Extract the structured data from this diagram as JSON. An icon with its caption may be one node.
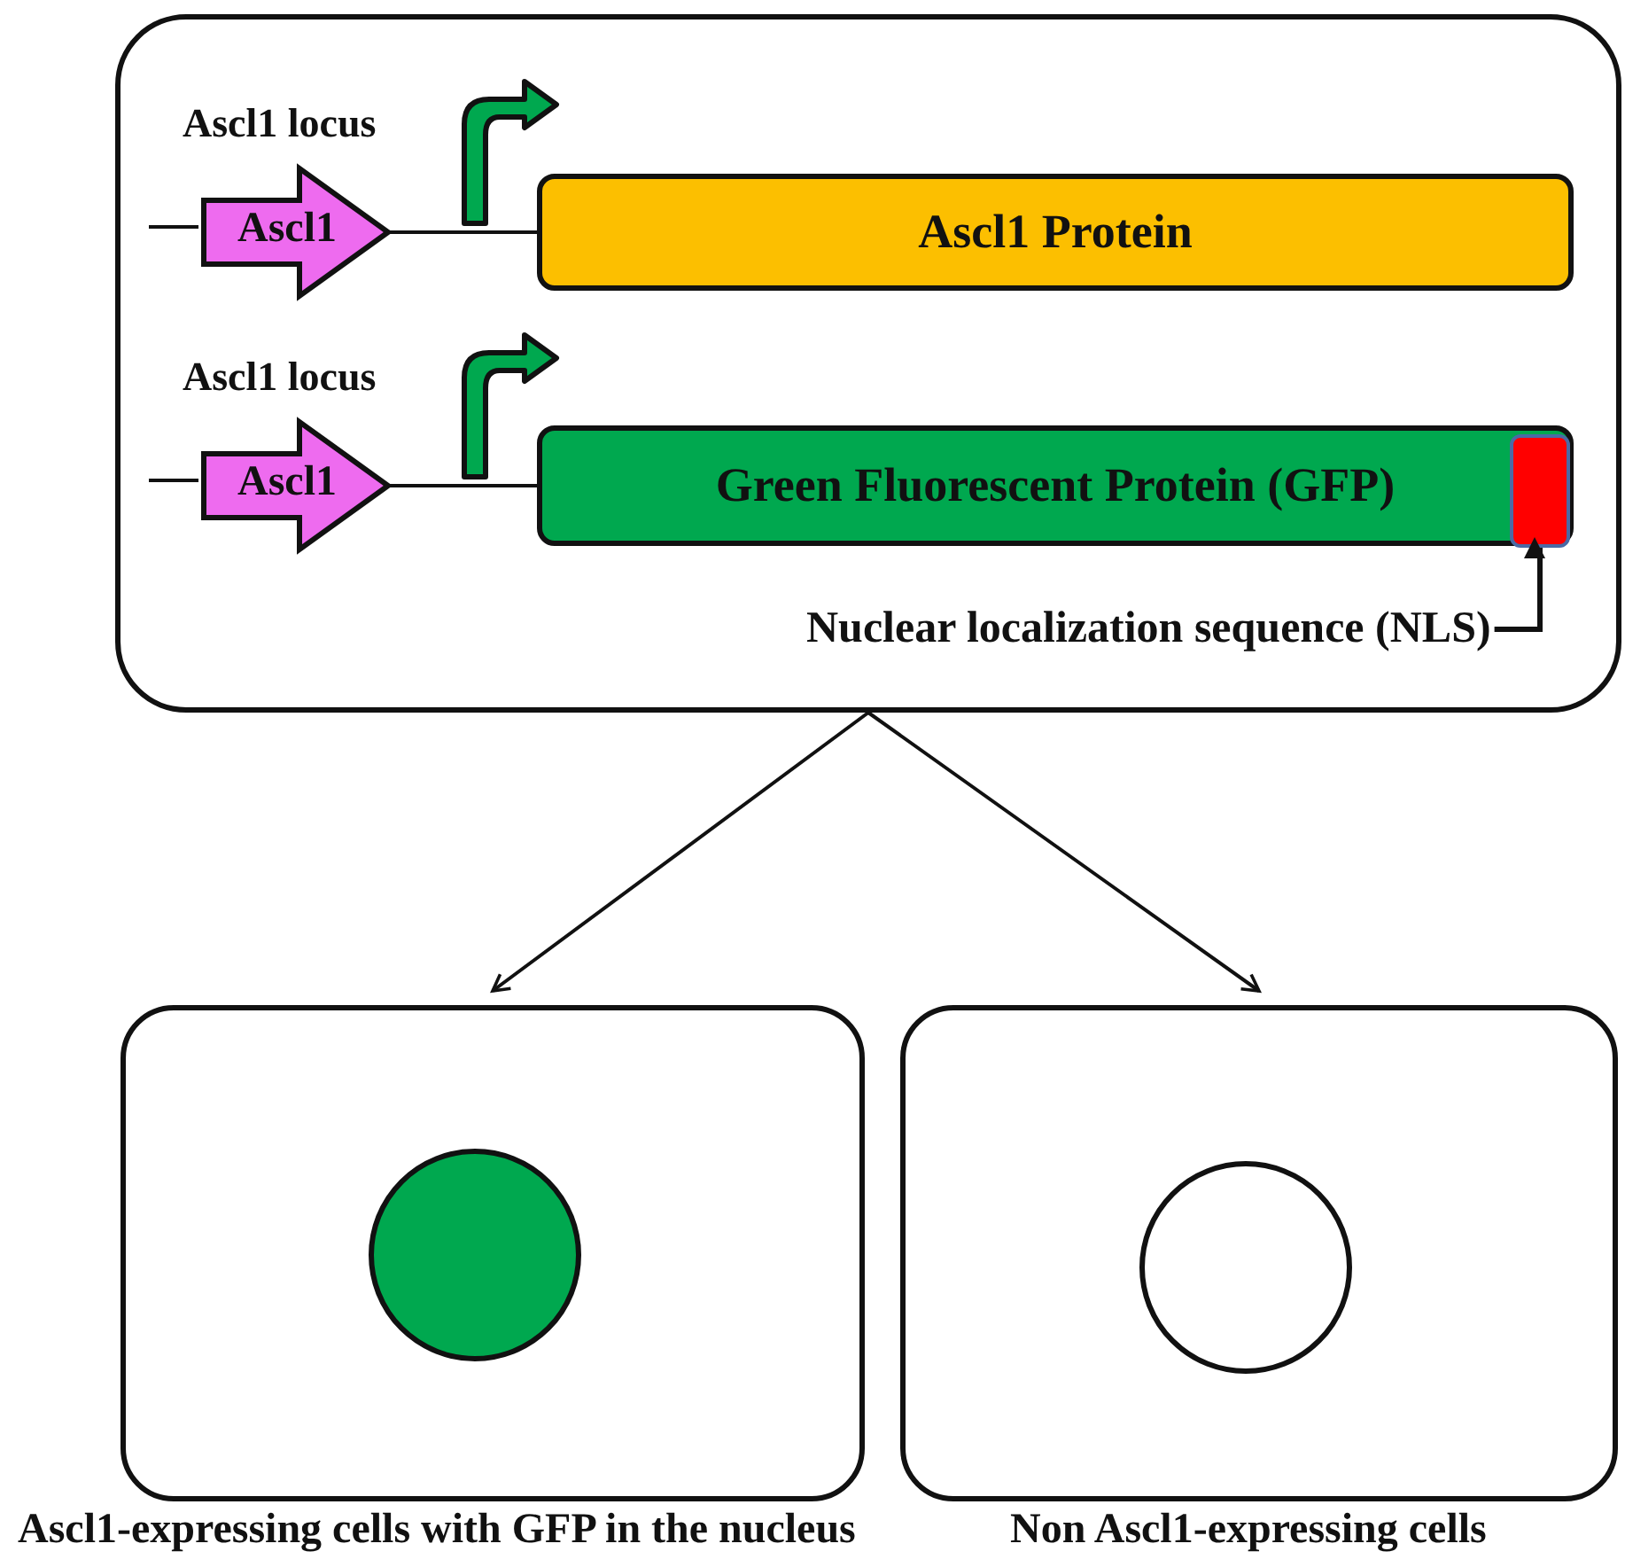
{
  "diagram": {
    "nodes": [
      {
        "text": [],
        "shape": "box"
      },
      {
        "text": [
          "Ascl1"
        ],
        "beside": [
          "Ascl1 locus"
        ],
        "in": 0
      },
      {
        "text": [
          "Ascl1 Protein"
        ],
        "in": 0
      },
      {
        "text": [
          "Ascl1"
        ],
        "beside": [
          "Ascl1 locus"
        ],
        "in": 0
      },
      {
        "text": [
          "Green Fluorescent Protein (GFP)"
        ],
        "in": 0
      },
      {
        "text": [],
        "shape": "box",
        "in": 4
      },
      {
        "text": [
          "Nuclear localization sequence (NLS)"
        ],
        "in": 0
      },
      {
        "text": [],
        "shape": "box",
        "beside": [
          "Ascl1-expressing cells with GFP in the nucleus"
        ]
      },
      {
        "text": [],
        "shape": "circle",
        "in": 7
      },
      {
        "text": [],
        "shape": "box",
        "beside": [
          "Non Ascl1-expressing cells"
        ]
      },
      {
        "text": [],
        "shape": "circle",
        "in": 9
      }
    ],
    "edges": [
      {
        "from": 1,
        "to": 2,
        "arrow": "none"
      },
      {
        "from": 3,
        "to": 4,
        "arrow": "none"
      },
      {
        "from": 6,
        "to": 5,
        "arrow": "to"
      },
      {
        "from": 0,
        "to": 7,
        "arrow": "to"
      },
      {
        "from": 0,
        "to": 9,
        "arrow": "to"
      }
    ]
  }
}
